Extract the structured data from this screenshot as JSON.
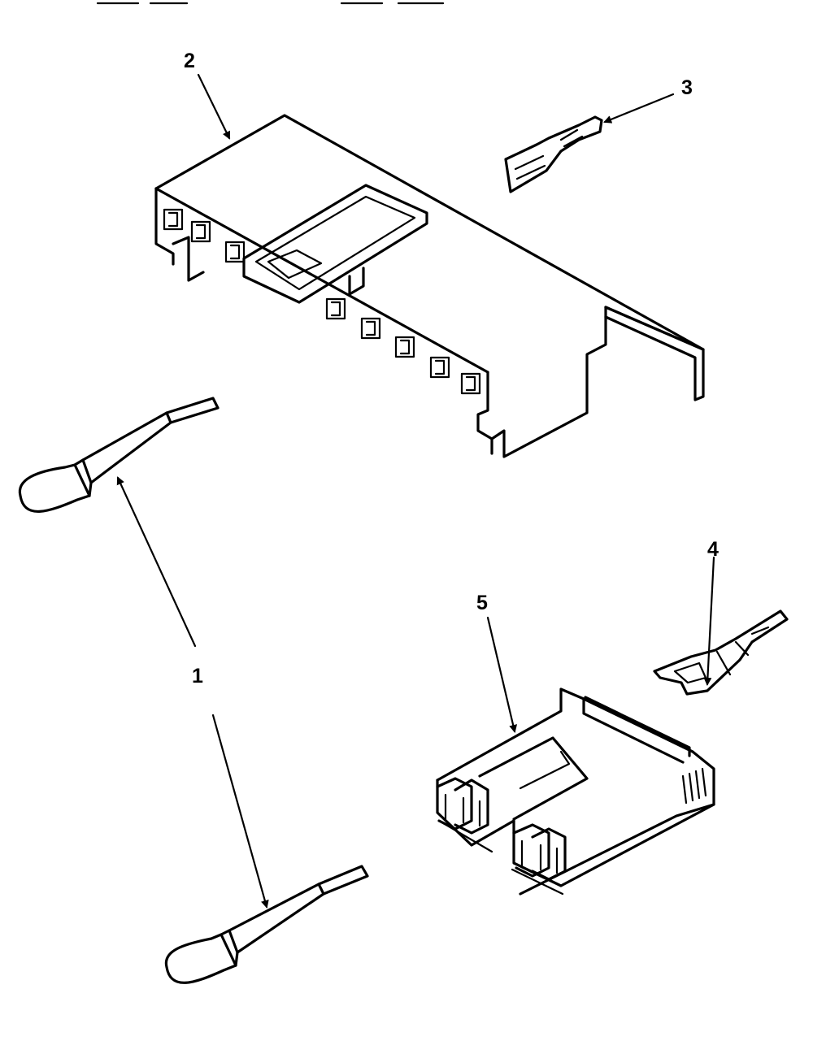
{
  "diagram": {
    "callouts": [
      {
        "id": "1",
        "text": "1"
      },
      {
        "id": "2",
        "text": "2"
      },
      {
        "id": "3",
        "text": "3"
      },
      {
        "id": "4",
        "text": "4"
      },
      {
        "id": "5",
        "text": "5"
      }
    ],
    "colors": {
      "ink": "#000000",
      "paper": "#ffffff"
    }
  }
}
